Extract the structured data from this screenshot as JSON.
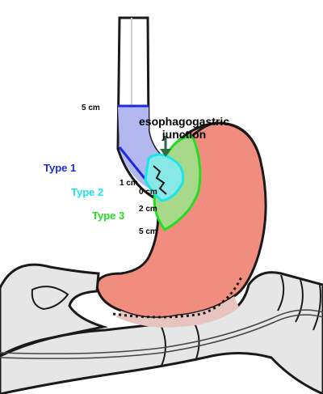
{
  "labels": {
    "mark_5cm_upper": "5 cm",
    "junction_line1": "esophagogastric",
    "junction_line2": "junction",
    "type1": "Type 1",
    "type2": "Type 2",
    "type3": "Type 3",
    "mark_1cm": "1 cm",
    "mark_0cm": "0 cm",
    "mark_2cm": "2 cm",
    "mark_5cm_lower": "5 cm"
  },
  "colors": {
    "type1": "#1a2be0",
    "type2": "#18e6ea",
    "type3": "#22dd22",
    "stomach": "#f08d7f",
    "esophagus_zone": "#b3b7f0",
    "cardia_zone": "#a8d88a",
    "gej_zone": "#88e8e6",
    "colon": "#e6e6e6",
    "outline": "#1a1a1a"
  }
}
